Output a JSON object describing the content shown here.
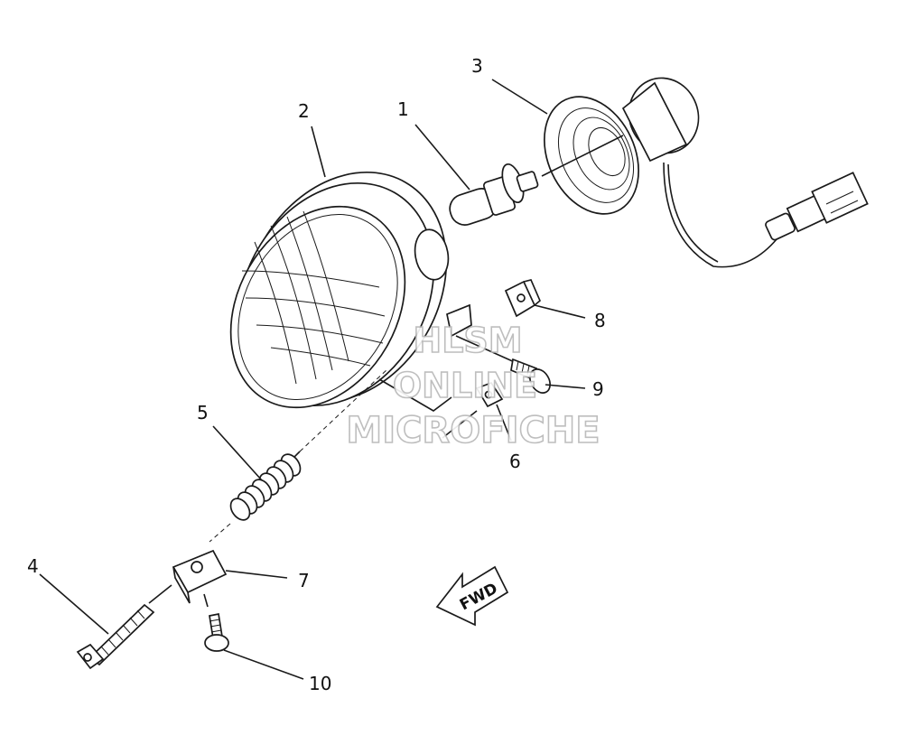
{
  "callouts": [
    "1",
    "2",
    "3",
    "4",
    "5",
    "6",
    "7",
    "8",
    "9",
    "10"
  ],
  "watermark": [
    "HLSM",
    "ONLINE",
    "MICROFICHE"
  ],
  "direction_label": "FWD"
}
